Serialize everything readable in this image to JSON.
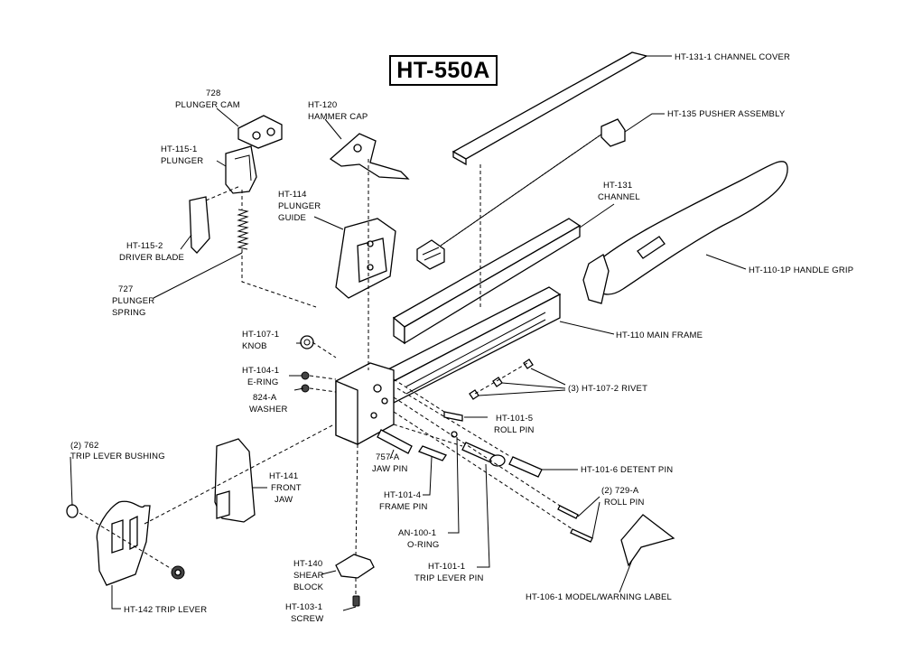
{
  "title": "HT-550A",
  "labels": {
    "channel_cover": "HT-131-1 CHANNEL COVER",
    "pusher_assembly": "HT-135 PUSHER ASSEMBLY",
    "channel": [
      "HT-131",
      "CHANNEL"
    ],
    "handle_grip": "HT-110-1P HANDLE GRIP",
    "main_frame": "HT-110 MAIN FRAME",
    "rivet": "(3) HT-107-2 RIVET",
    "roll_pin_5": [
      "HT-101-5",
      "ROLL PIN"
    ],
    "detent_pin": "HT-101-6 DETENT PIN",
    "roll_pin_729": [
      "(2) 729-A",
      "ROLL PIN"
    ],
    "model_label": "HT-106-1 MODEL/WARNING LABEL",
    "trip_lever_pin": [
      "HT-101-1",
      "TRIP LEVER PIN"
    ],
    "o_ring": [
      "AN-100-1",
      "O-RING"
    ],
    "frame_pin": [
      "HT-101-4",
      "FRAME PIN"
    ],
    "jaw_pin": [
      "757-A",
      "JAW PIN"
    ],
    "screw": [
      "HT-103-1",
      "SCREW"
    ],
    "shear_block": [
      "HT-140",
      "SHEAR",
      "BLOCK"
    ],
    "trip_lever": "HT-142 TRIP LEVER",
    "front_jaw": [
      "HT-141",
      "FRONT",
      "JAW"
    ],
    "bushing": [
      "(2) 762",
      "TRIP LEVER BUSHING"
    ],
    "washer": [
      "824-A",
      "WASHER"
    ],
    "e_ring": [
      "HT-104-1",
      "E-RING"
    ],
    "knob": [
      "HT-107-1",
      "KNOB"
    ],
    "plunger_spring": [
      "727",
      "PLUNGER",
      "SPRING"
    ],
    "driver_blade": [
      "HT-115-2",
      "DRIVER BLADE"
    ],
    "plunger": [
      "HT-115-1",
      "PLUNGER"
    ],
    "plunger_cam": [
      "728",
      "PLUNGER CAM"
    ],
    "hammer_cap": [
      "HT-120",
      "HAMMER CAP"
    ],
    "plunger_guide": [
      "HT-114",
      "PLUNGER",
      "GUIDE"
    ]
  }
}
